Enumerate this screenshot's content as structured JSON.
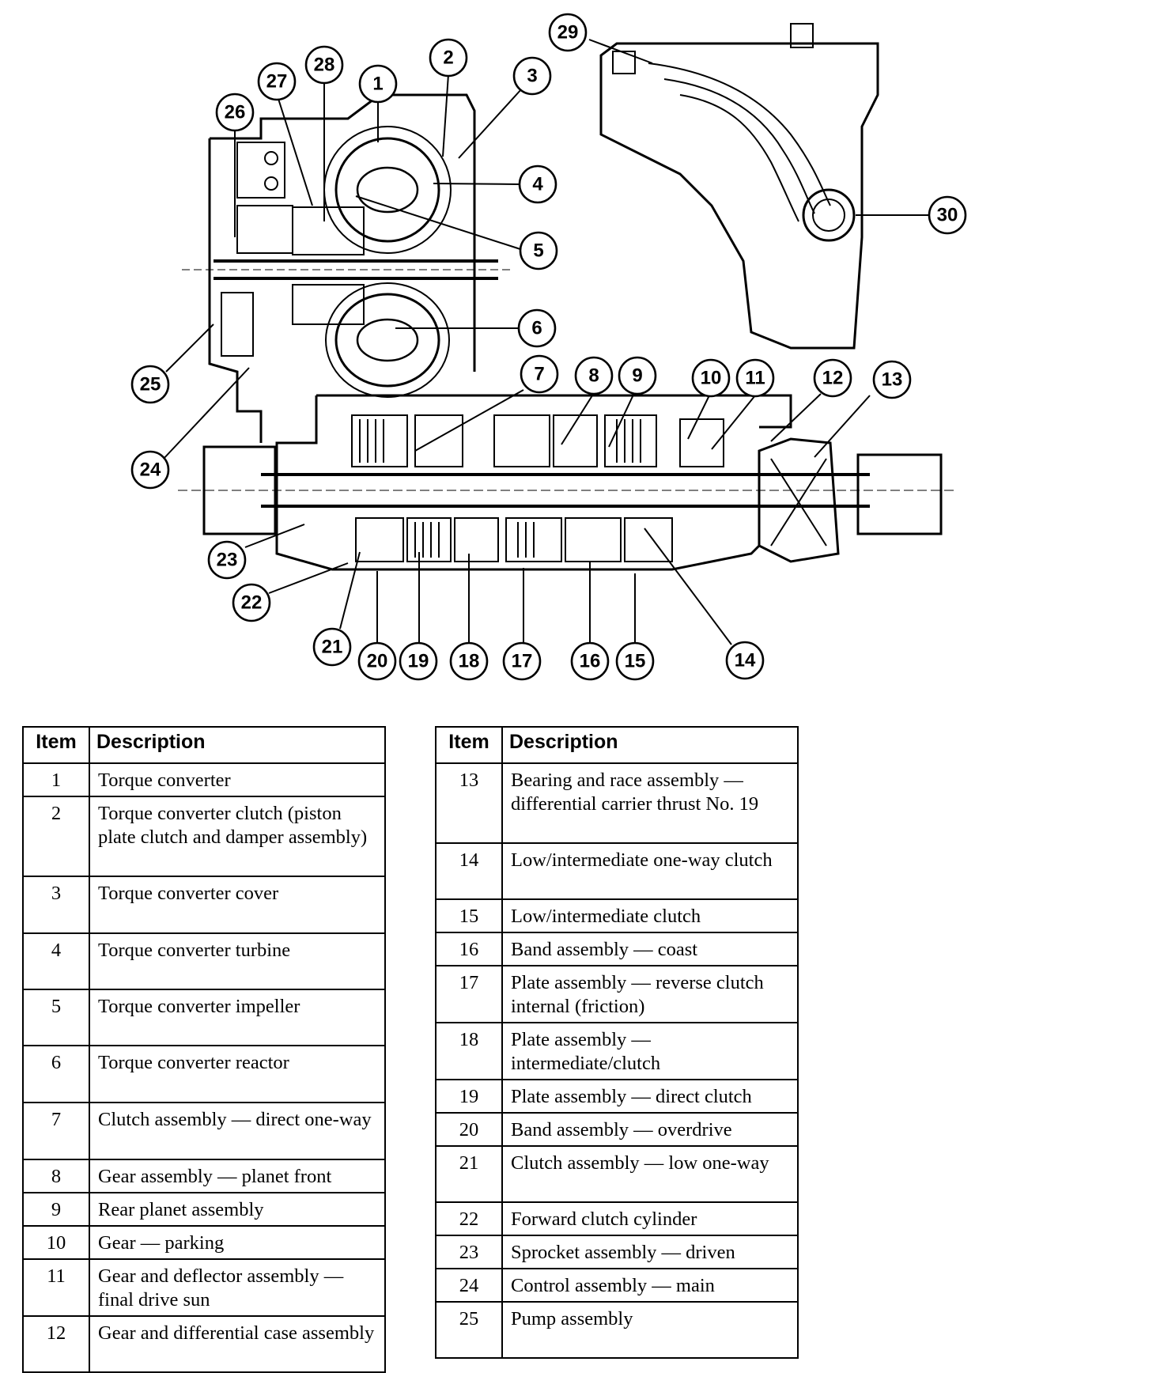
{
  "callouts": [
    "1",
    "2",
    "3",
    "4",
    "5",
    "6",
    "7",
    "8",
    "9",
    "10",
    "11",
    "12",
    "13",
    "14",
    "15",
    "16",
    "17",
    "18",
    "19",
    "20",
    "21",
    "22",
    "23",
    "24",
    "25",
    "26",
    "27",
    "28",
    "29",
    "30"
  ],
  "legend_left": {
    "header_item": "Item",
    "header_description": "Description",
    "rows": [
      {
        "item": "1",
        "description": "Torque converter"
      },
      {
        "item": "2",
        "description": "Torque converter clutch (piston plate clutch and damper assembly)"
      },
      {
        "item": "3",
        "description": "Torque converter cover"
      },
      {
        "item": "4",
        "description": "Torque converter turbine"
      },
      {
        "item": "5",
        "description": "Torque converter impeller"
      },
      {
        "item": "6",
        "description": "Torque converter reactor"
      },
      {
        "item": "7",
        "description": "Clutch assembly — direct one-way"
      },
      {
        "item": "8",
        "description": "Gear assembly — planet front"
      },
      {
        "item": "9",
        "description": "Rear planet assembly"
      },
      {
        "item": "10",
        "description": "Gear — parking"
      },
      {
        "item": "11",
        "description": "Gear and deflector assembly — final drive sun"
      },
      {
        "item": "12",
        "description": "Gear and differential case assembly"
      }
    ]
  },
  "legend_right": {
    "header_item": "Item",
    "header_description": "Description",
    "rows": [
      {
        "item": "13",
        "description": "Bearing and race assembly — differential carrier thrust No. 19"
      },
      {
        "item": "14",
        "description": "Low/intermediate one-way clutch"
      },
      {
        "item": "15",
        "description": "Low/intermediate clutch"
      },
      {
        "item": "16",
        "description": "Band assembly — coast"
      },
      {
        "item": "17",
        "description": "Plate assembly — reverse clutch internal (friction)"
      },
      {
        "item": "18",
        "description": "Plate assembly — intermediate/clutch"
      },
      {
        "item": "19",
        "description": "Plate assembly — direct clutch"
      },
      {
        "item": "20",
        "description": "Band assembly — overdrive"
      },
      {
        "item": "21",
        "description": "Clutch assembly — low one-way"
      },
      {
        "item": "22",
        "description": "Forward clutch cylinder"
      },
      {
        "item": "23",
        "description": "Sprocket assembly — driven"
      },
      {
        "item": "24",
        "description": "Control assembly — main"
      },
      {
        "item": "25",
        "description": "Pump assembly"
      }
    ]
  }
}
